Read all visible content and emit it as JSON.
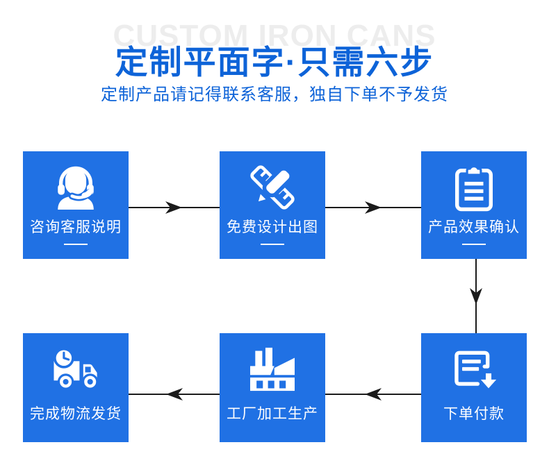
{
  "colors": {
    "box_blue": "#2071e4",
    "accent_blue": "#0d63d8",
    "arrow_black": "#1b1b1b",
    "watermark_gray": "#ededed"
  },
  "header": {
    "watermark": "CUSTOM IRON CANS",
    "title": "定制平面字·只需六步",
    "subtitle": "定制产品请记得联系客服，独自下单不予发货"
  },
  "steps": [
    {
      "label": "咨询客服说明",
      "icon": "customer-service-headset-icon"
    },
    {
      "label": "免费设计出图",
      "icon": "pencil-ruler-design-icon"
    },
    {
      "label": "产品效果确认",
      "icon": "clipboard-checklist-icon"
    },
    {
      "label": "下单付款",
      "icon": "order-download-icon"
    },
    {
      "label": "工厂加工生产",
      "icon": "factory-icon"
    },
    {
      "label": "完成物流发货",
      "icon": "delivery-truck-clock-icon"
    }
  ],
  "arrows": [
    {
      "from": "咨询客服说明",
      "to": "免费设计出图",
      "direction": "right"
    },
    {
      "from": "免费设计出图",
      "to": "产品效果确认",
      "direction": "right"
    },
    {
      "from": "产品效果确认",
      "to": "下单付款",
      "direction": "down"
    },
    {
      "from": "下单付款",
      "to": "工厂加工生产",
      "direction": "left"
    },
    {
      "from": "工厂加工生产",
      "to": "完成物流发货",
      "direction": "left"
    }
  ]
}
